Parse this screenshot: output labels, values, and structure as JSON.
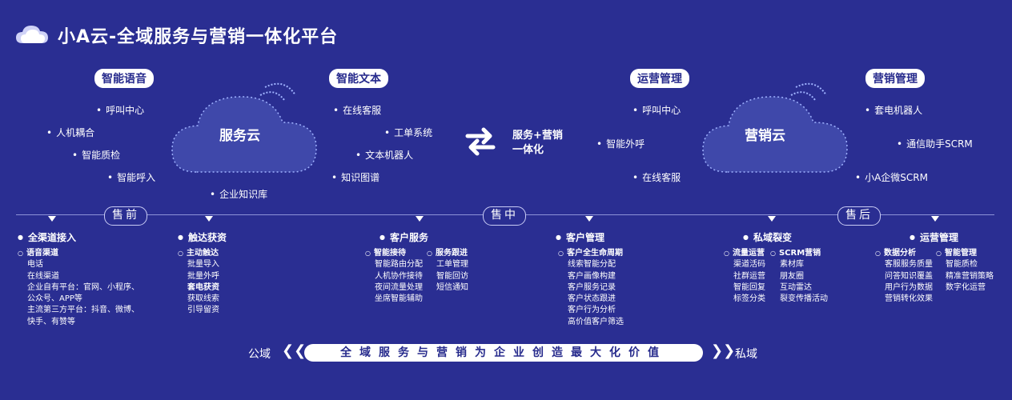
{
  "title": "小A云-全域服务与营销一体化平台",
  "icons": {
    "logo": "cloud-logo-icon",
    "swap": "swap-arrows-icon"
  },
  "clouds": {
    "service": "服务云",
    "marketing": "营销云"
  },
  "pills": {
    "voice": "智能语音",
    "text": "智能文本",
    "ops": "运营管理",
    "marketing": "营销管理"
  },
  "features": {
    "voice": [
      "呼叫中心",
      "人机耦合",
      "智能质检",
      "智能呼入",
      "企业知识库"
    ],
    "text": [
      "在线客服",
      "工单系统",
      "文本机器人",
      "知识图谱"
    ],
    "ops": [
      "呼叫中心",
      "智能外呼",
      "在线客服"
    ],
    "marketing": [
      "套电机器人",
      "通信助手SCRM",
      "小A企微SCRM"
    ]
  },
  "swap_text": {
    "line1": "服务+营销",
    "line2": "一体化"
  },
  "phases": [
    "售前",
    "售中",
    "售后"
  ],
  "categories": [
    "全渠道接入",
    "触达获资",
    "客户服务",
    "客户管理",
    "私域裂变",
    "运营管理"
  ],
  "blocks": {
    "channels": {
      "head": "语音渠道",
      "items": [
        "电话",
        "在线渠道",
        "企业自有平台：官网、小程序、",
        "公众号、APP等",
        "主流第三方平台：抖音、微博、",
        "快手、有赞等"
      ]
    },
    "reach": {
      "head": "主动触达",
      "items": [
        "批量导入",
        "批量外呼"
      ],
      "head2": "套电获资",
      "items2": [
        "获取线索",
        "引导留资"
      ]
    },
    "reception": {
      "head": "智能接待",
      "items": [
        "智能路由分配",
        "人机协作接待",
        "夜间流量处理",
        "坐席智能辅助"
      ]
    },
    "followup": {
      "head": "服务跟进",
      "items": [
        "工单管理",
        "智能回访",
        "短信通知"
      ]
    },
    "lifecycle": {
      "head": "客户全生命周期",
      "items": [
        "线索智能分配",
        "客户画像构建",
        "客户服务记录",
        "客户状态跟进",
        "客户行为分析",
        "高价值客户筛选"
      ]
    },
    "traffic": {
      "head": "流量运营",
      "items": [
        "渠道活码",
        "社群运营",
        "智能回复",
        "标签分类"
      ]
    },
    "scrm": {
      "head": "SCRM营销",
      "items": [
        "素材库",
        "朋友圈",
        "互动雷达",
        "裂变传播活动"
      ]
    },
    "analysis": {
      "head": "数据分析",
      "items": [
        "客服服务质量",
        "问答知识覆盖",
        "用户行为数据",
        "营销转化效果"
      ]
    },
    "smartmgmt": {
      "head": "智能管理",
      "items": [
        "智能质检",
        "精准营销策略",
        "数字化运营"
      ]
    }
  },
  "bottom": {
    "left": "公域",
    "center": "全域服务与营销为企业创造最大化价值",
    "right": "私域"
  },
  "colors": {
    "background": "#2a2e92",
    "pill": "#ffffff",
    "pill_text": "#262a8c"
  }
}
